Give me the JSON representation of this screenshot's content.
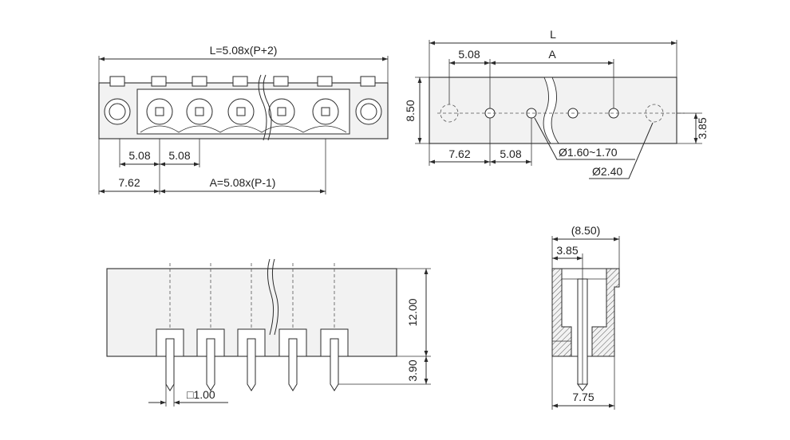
{
  "top_left_view": {
    "overall_length": "L=5.08x(P+2)",
    "pitch_1": "5.08",
    "pitch_2": "5.08",
    "offset": "7.62",
    "span": "A=5.08x(P-1)"
  },
  "top_right_view": {
    "length": "L",
    "pitch": "5.08",
    "span": "A",
    "height": "8.50",
    "offset": "7.62",
    "pitch_bottom": "5.08",
    "hole_dia": "Ø1.60~1.70",
    "flange_hole_dia": "Ø2.40",
    "hole_row_offset": "3.85"
  },
  "front_view": {
    "height": "12.00",
    "pin_length": "3.90",
    "pin_square": "□1.00"
  },
  "side_view": {
    "depth": "(8.50)",
    "pin_offset": "3.85",
    "width": "7.75"
  }
}
